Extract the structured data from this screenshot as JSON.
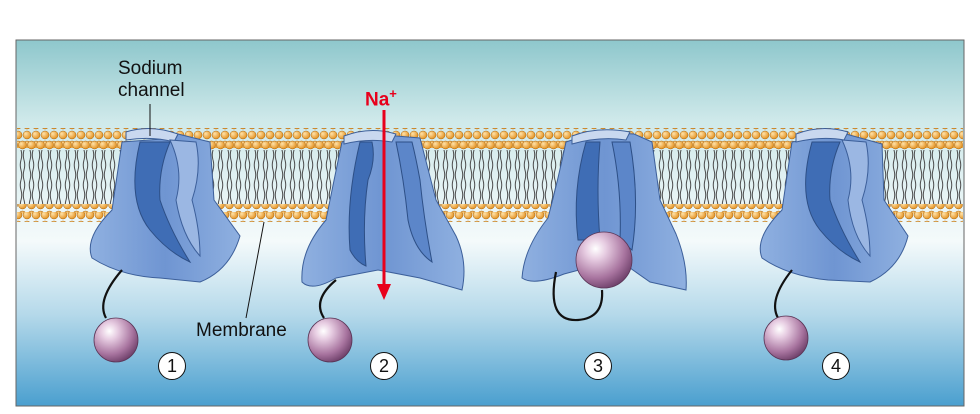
{
  "labels": {
    "channel_line1": "Sodium",
    "channel_line2": "channel",
    "membrane": "Membrane",
    "ion": "Na",
    "ion_charge": "+"
  },
  "steps": [
    "1",
    "2",
    "3",
    "4"
  ],
  "colors": {
    "protein": "#7c9fd6",
    "protein_dark": "#3f6db5",
    "lipid_head": "#f0a63a",
    "ball": "#b07fa8",
    "arrow": "#e8001c",
    "bg_top": "#9fd2d6",
    "bg_bottom": "#4aa0cf"
  }
}
